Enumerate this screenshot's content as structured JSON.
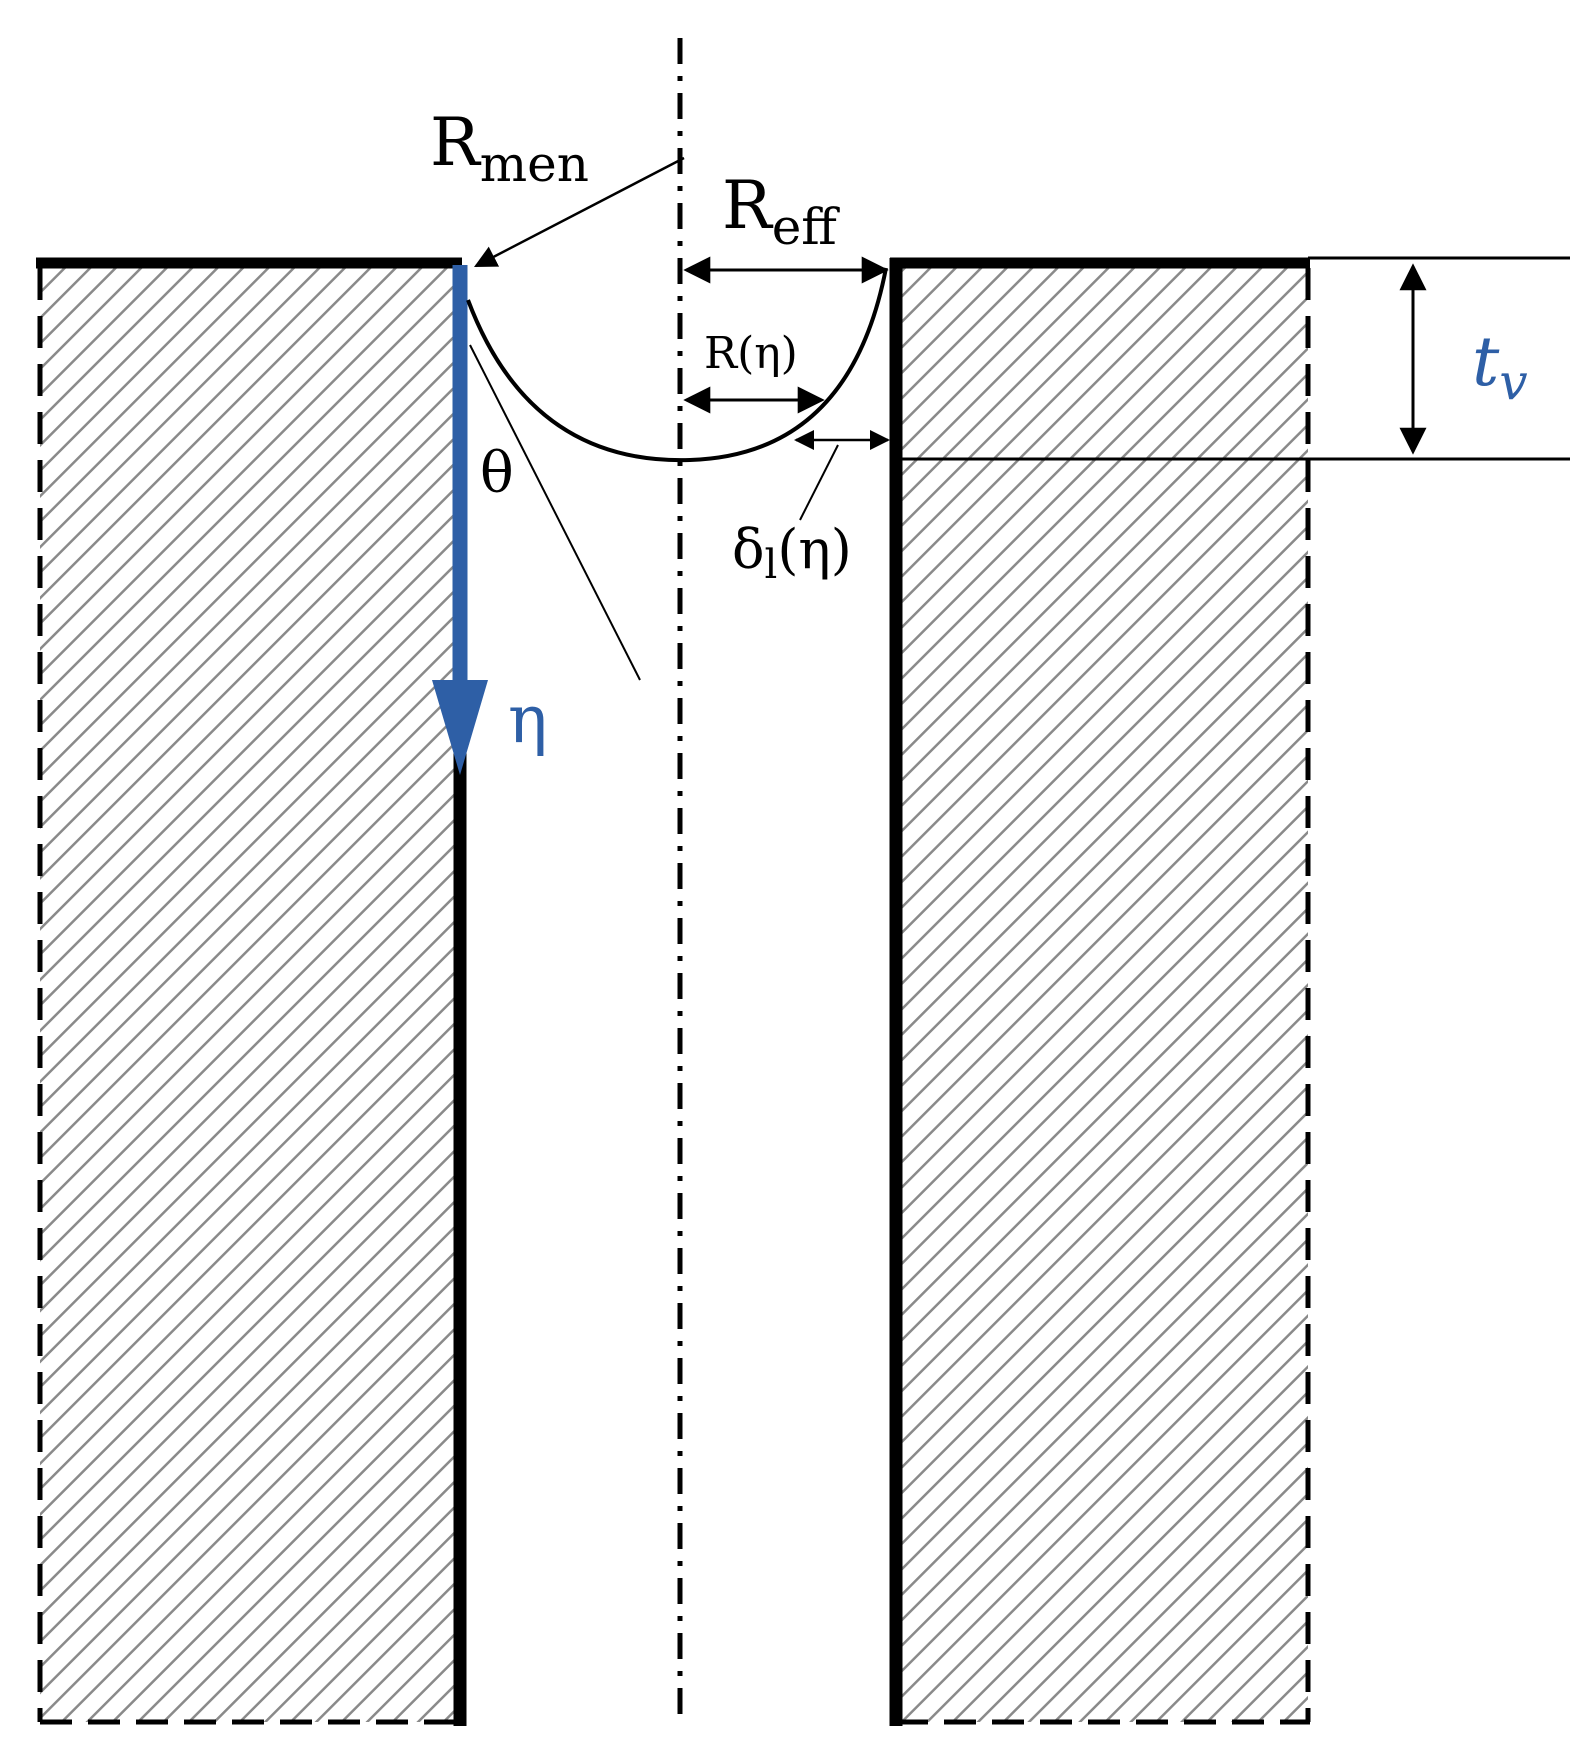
{
  "labels": {
    "r_men": {
      "main": "R",
      "sub": "men"
    },
    "r_eff": {
      "main": "R",
      "sub": "eff"
    },
    "r_eta": "R(η)",
    "theta": "θ",
    "eta_axis": "η",
    "delta": {
      "main": "δ",
      "sub": "l",
      "tail": "(η)"
    },
    "t_v": {
      "main": "t",
      "sub": "v"
    }
  },
  "colors": {
    "wall": "#000000",
    "hatch": "#8a8a8a",
    "eta_arrow": "#2e5fa6",
    "t_v_label": "#2e5fa6"
  }
}
